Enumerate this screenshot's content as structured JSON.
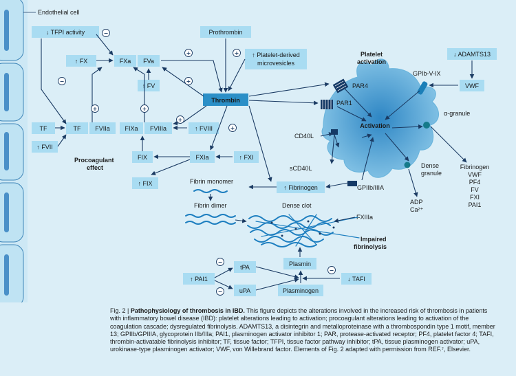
{
  "colors": {
    "background": "#dbeef7",
    "box": "#a9dcf2",
    "thrombin": "#2b8fc7",
    "platelet": "#5aa9d6",
    "arrow": "#1b3b63",
    "fibrin": "#1e7fc0"
  },
  "labels": {
    "endothelial": "Endothelial cell",
    "procoagulant": "Procoagulant effect",
    "procoagulant_1": "Procoagulant",
    "procoagulant_2": "effect",
    "platelet_activation_1": "Platelet",
    "platelet_activation_2": "activation",
    "activation": "Activation",
    "par4": "PAR4",
    "par1": "PAR1",
    "gpib": "GPIb-V-IX",
    "alpha_granule": "α-granule",
    "dense_granule_1": "Dense",
    "dense_granule_2": "granule",
    "cd40l": "CD40L",
    "scd40l": "sCD40L",
    "gpiib": "GPIIb/IIIA",
    "adp": "ADP",
    "ca": "Ca²⁺",
    "fibrin_monomer": "Fibrin monomer",
    "fibrin_dimer": "Fibrin dimer",
    "dense_clot": "Dense clot",
    "fxiiia": "FXIIIa",
    "impaired_1": "Impaired",
    "impaired_2": "fibrinolysis",
    "alpha_contents": [
      "Fibrinogen",
      "VWF",
      "PF4",
      "FV",
      "FXI",
      "PAI1"
    ]
  },
  "boxes": {
    "tfpi": "↓ TFPI activity",
    "fxa": "FXa",
    "fva": "FVa",
    "fx": "↑ FX",
    "fv": "↑ FV",
    "prothrombin": "Prothrombin",
    "microvesicles_1": "↑ Platelet-derived",
    "microvesicles_2": "microvesicles",
    "thrombin": "Thrombin",
    "adamts13": "↓ ADAMTS13",
    "vwf": "VWF",
    "tf_left": "TF",
    "tf": "TF",
    "fviia": "FVIIa",
    "fviii_up": "↑ FVII",
    "fixa": "FIXa",
    "fviiia": "FVIIIa",
    "fviii": "↑ FVIII",
    "fix": "FIX",
    "fix_up": "↑ FIX",
    "fxia": "FXIa",
    "fxi": "↑ FXI",
    "fibrinogen": "↑ Fibrinogen",
    "plasmin": "Plasmin",
    "tpa": "tPA",
    "upa": "uPA",
    "plasminogen": "Plasminogen",
    "pai1": "↑ PAI1",
    "tafi": "↓ TAFI"
  },
  "caption": {
    "fig": "Fig. 2 | ",
    "title": "Pathophysiology of thrombosis in IBD.",
    "text": " This figure depicts the alterations involved in the increased risk of thrombosis in patients with inflammatory bowel disease (IBD): platelet alterations leading to activation; procoagulant alterations leading to activation of the coagulation cascade; dysregulated fibrinolysis. ADAMTS13, a disintegrin and metalloproteinase with a thrombospondin type 1 motif, member 13; GPIIb/GPIIIA, glycoprotein IIb/IIIa; PAI1, plasminogen activator inhibitor 1; PAR, protease-activated receptor; PF4, platelet factor 4; TAFI, thrombin-activatable fibrinolysis inhibitor; TF, tissue factor; TFPI, tissue factor pathway inhibitor; tPA, tissue plasminogen activator; uPA, urokinase-type plasminogen activator; VWF, von Willebrand factor. Elements of Fig. 2 adapted with permission from REF.⁷, Elsevier."
  }
}
